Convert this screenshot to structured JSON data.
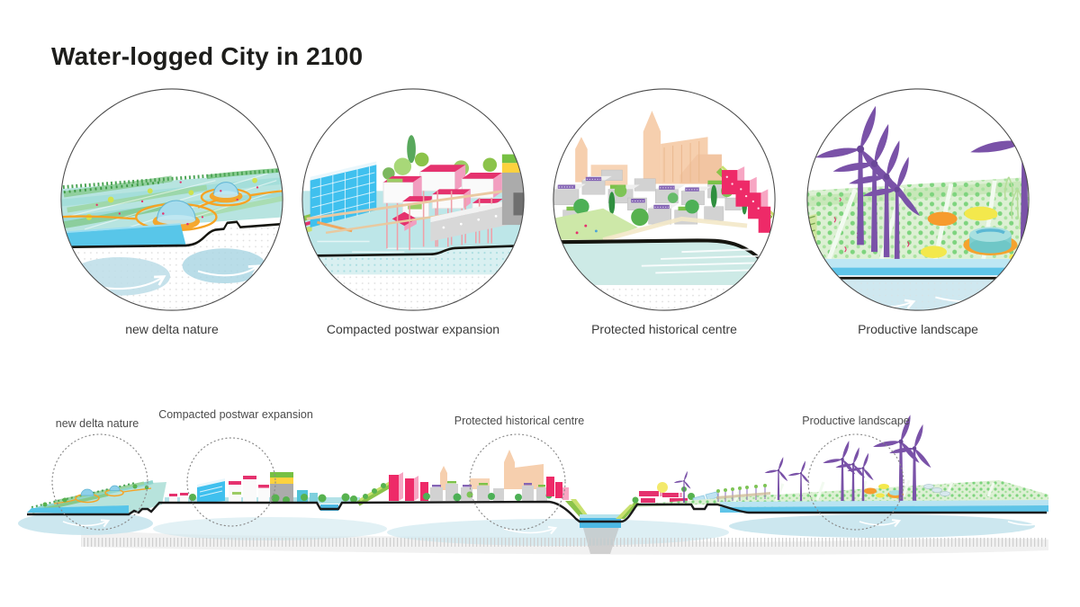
{
  "title": "Water-logged City in 2100",
  "vignettes": [
    {
      "label": "new delta nature"
    },
    {
      "label": "Compacted postwar expansion"
    },
    {
      "label": "Protected historical centre"
    },
    {
      "label": "Productive landscape"
    }
  ],
  "panorama": {
    "annotations": [
      {
        "label": "new delta nature"
      },
      {
        "label": "Compacted postwar expansion"
      },
      {
        "label": "Protected historical centre"
      },
      {
        "label": "Productive landscape"
      }
    ]
  },
  "palette": {
    "title_text": "#1d1d1b",
    "caption_text": "#3a3a3a",
    "annotation_text": "#4c4c4c",
    "water_bright": "#57c5e9",
    "water_pale": "#c2e0ea",
    "marsh_aqua": "#b7e4e0",
    "path_orange": "#f6a324",
    "roof_magenta": "#e5326e",
    "pink_light": "#f7a6c3",
    "building_blue": "#3fc0ee",
    "building_gray": "#c8c8c8",
    "band_yellow": "#fdd23e",
    "band_green": "#76c043",
    "church_peach": "#f6cfae",
    "solar_purple": "#8464b4",
    "turbine_purple": "#7a52a8",
    "crop_green": "#7ed47e",
    "outline_black": "#15150f"
  }
}
